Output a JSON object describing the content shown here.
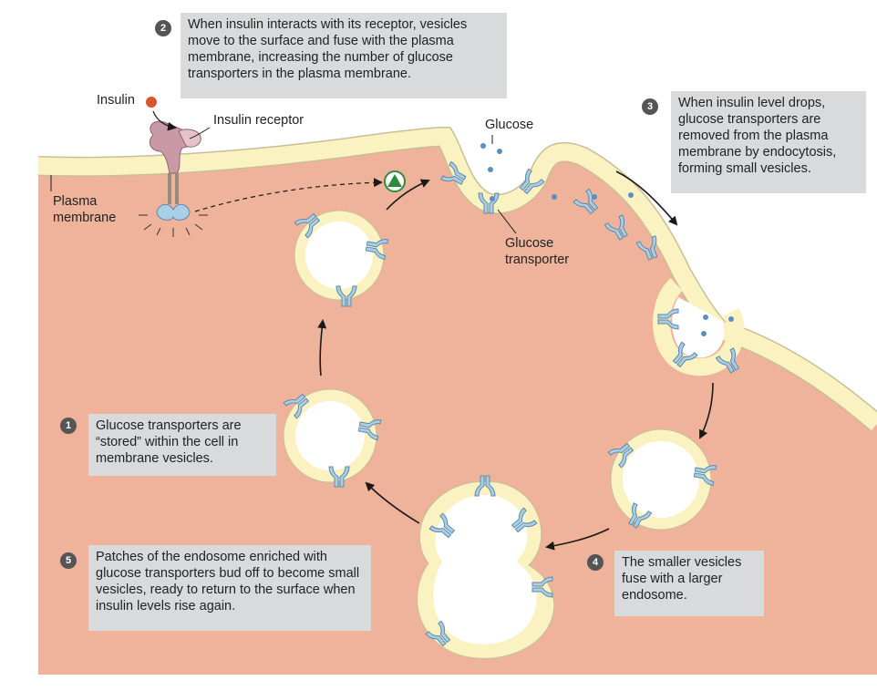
{
  "steps": [
    {
      "number": "1",
      "text": "Glucose transporters are “stored” within the cell in membrane vesicles."
    },
    {
      "number": "2",
      "text": "When insulin interacts with its receptor, vesicles move to the surface and fuse with the plasma membrane, increasing the number of glucose transporters in the plasma membrane."
    },
    {
      "number": "3",
      "text": "When insulin level drops, glucose transporters are removed from the plasma membrane by endocytosis, forming small vesicles."
    },
    {
      "number": "4",
      "text": "The smaller vesicles fuse with a larger endosome."
    },
    {
      "number": "5",
      "text": "Patches of the endosome enriched with glucose transporters bud off to become small vesicles, ready to return to the surface when insulin levels rise again."
    }
  ],
  "labels": {
    "insulin": "Insulin",
    "insulin_receptor": "Insulin receptor",
    "plasma_membrane": "Plasma membrane",
    "glucose": "Glucose",
    "glucose_transporter": "Glucose transporter"
  },
  "colors": {
    "cytoplasm": "#eeb39a",
    "membrane": "#fbf2c2",
    "membrane_edge": "#c7bf96",
    "transporter": "#a9cfe8",
    "glucose": "#5a8fc4",
    "callout": "#d9dadb",
    "insulin": "#d8562f",
    "receptor": "#c99aa6",
    "signal": "#2e8a3c"
  },
  "icons": [
    "insulin-molecule-icon",
    "insulin-receptor-icon",
    "glucose-transporter-icon",
    "signal-triangle-icon",
    "flow-arrow-icon"
  ]
}
